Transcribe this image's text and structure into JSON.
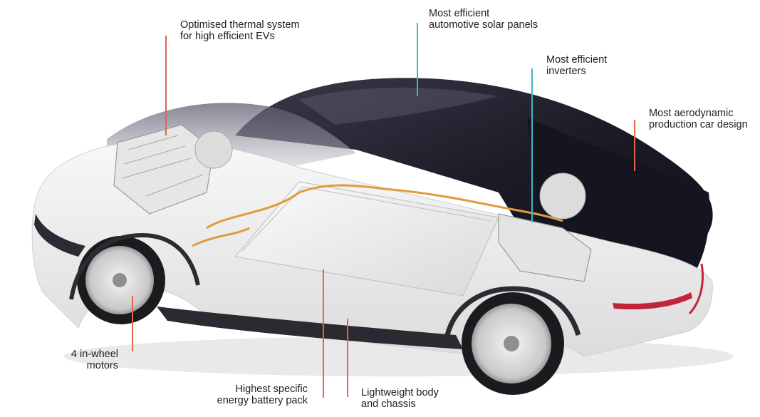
{
  "colors": {
    "accent_red": "#e0664c",
    "accent_cyan": "#3fb6c6",
    "text": "#1e1e1e",
    "body_white": "#f2f2f2",
    "roof_dark": "#1f1f2b"
  },
  "callouts": {
    "thermal": {
      "line1": "Optimised thermal system",
      "line2": "for high efficient EVs"
    },
    "solar": {
      "line1": "Most efficient",
      "line2": "automotive solar panels"
    },
    "inverters": {
      "line1": "Most efficient",
      "line2": "inverters"
    },
    "aero": {
      "line1": "Most aerodynamic",
      "line2": "production car design"
    },
    "motors": {
      "line1": "4 in-wheel",
      "line2": "motors"
    },
    "battery": {
      "line1": "Highest specific",
      "line2": "energy battery pack"
    },
    "chassis": {
      "line1": "Lightweight body",
      "line2": "and chassis"
    }
  }
}
